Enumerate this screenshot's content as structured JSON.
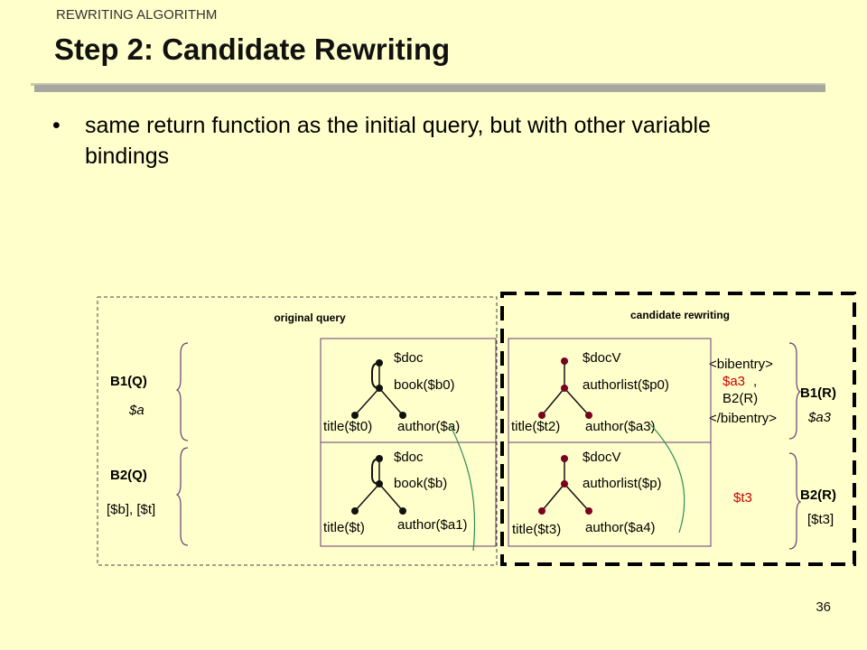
{
  "header": {
    "section": "REWRITING ALGORITHM",
    "title": "Step 2: Candidate Rewriting"
  },
  "bullet": {
    "mark": "•",
    "text": "same return function as the initial query, but with other variable bindings"
  },
  "diagram": {
    "original_label": "original query",
    "candidate_label": "candidate rewriting",
    "b1q": "B1(Q)",
    "b1q_var": "$a",
    "b2q": "B2(Q)",
    "b2q_vars": "[$b], [$t]",
    "b1r": "B1(R)",
    "b1r_var": "$a3",
    "b2r": "B2(R)",
    "b2r_var": "[$t3]",
    "tree_q1": {
      "root": "$doc",
      "mid": "book($b0)",
      "left": "title($t0)",
      "right": "author($a)"
    },
    "tree_q2": {
      "root": "$doc",
      "mid": "book($b)",
      "left": "title($t)",
      "right": "author($a1)"
    },
    "tree_r1": {
      "root": "$docV",
      "mid": "authorlist($p0)",
      "left": "title($t2)",
      "right": "author($a3)"
    },
    "tree_r2": {
      "root": "$docV",
      "mid": "authorlist($p)",
      "left": "title($t3)",
      "right": "author($a4)"
    },
    "bib_open": "<bibentry>",
    "bib_var": "$a3",
    "bib_comma": ",",
    "bib_b2": "B2(R)",
    "bib_close": "</bibentry>",
    "t3": "$t3",
    "colors": {
      "highlight": "#cc0000",
      "dark_node": "#111111",
      "red_node": "#7a0020",
      "box_border": "#6a3a7a",
      "curve": "#2e8b57"
    }
  },
  "page": {
    "number": "36"
  }
}
